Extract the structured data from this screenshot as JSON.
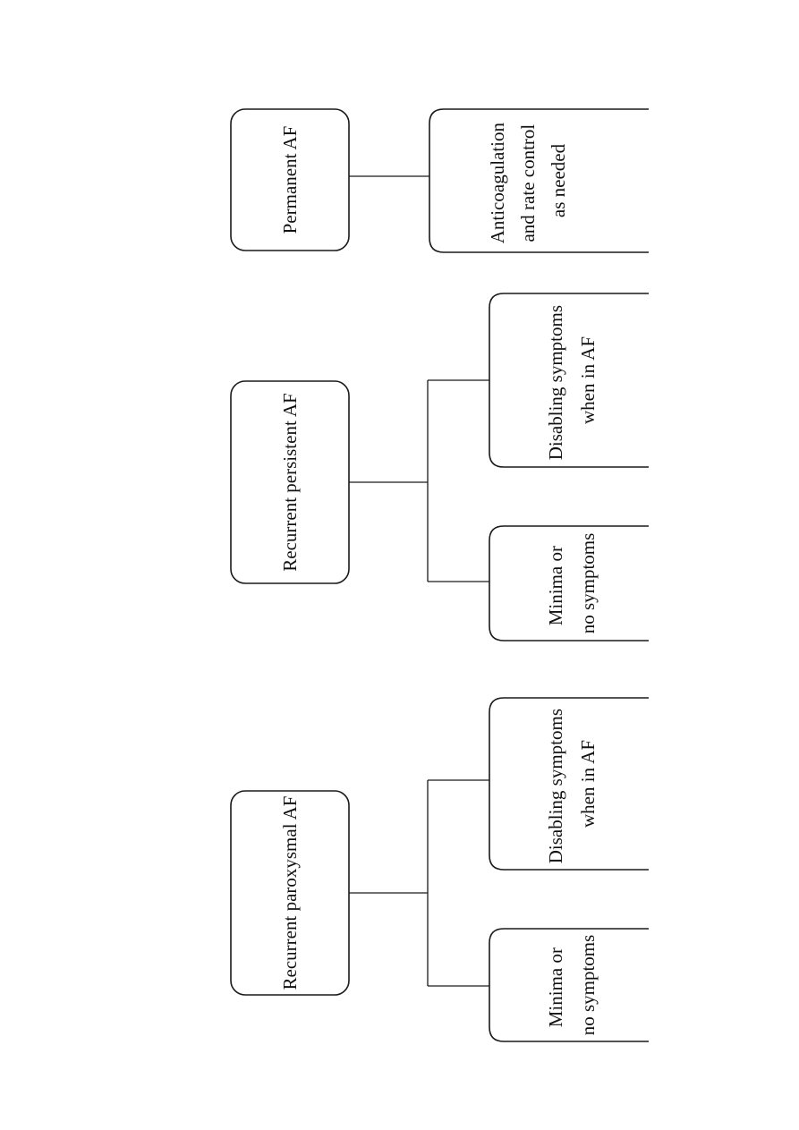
{
  "categories": [
    {
      "title": "Permanent AF",
      "outcomes": [
        {
          "lines": [
            "Anticoagulation",
            "and rate control",
            "as needed"
          ]
        }
      ]
    },
    {
      "title": "Recurrent persistent AF",
      "outcomes": [
        {
          "lines": [
            "Minima or",
            "no symptoms"
          ]
        },
        {
          "lines": [
            "Disabling symptoms",
            "when in AF"
          ]
        }
      ]
    },
    {
      "title": "Recurrent paroxysmal AF",
      "outcomes": [
        {
          "lines": [
            "Minima or",
            "no symptoms"
          ]
        },
        {
          "lines": [
            "Disabling symptoms",
            "when in AF"
          ]
        }
      ]
    }
  ]
}
